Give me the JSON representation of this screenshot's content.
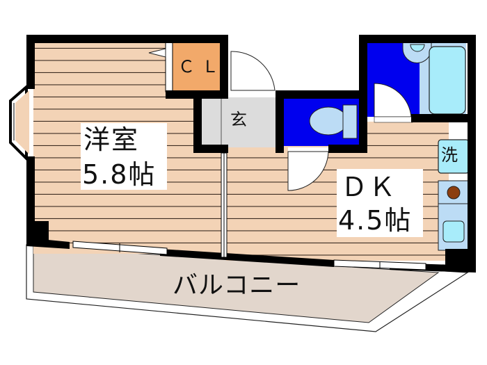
{
  "floor_plan": {
    "rooms": {
      "western_room": {
        "name": "洋室",
        "size": "5.8帖"
      },
      "dk": {
        "name": "ＤＫ",
        "size": "4.5帖"
      },
      "closet": {
        "name": "ＣＬ"
      },
      "entrance": {
        "name": "玄"
      },
      "washer": {
        "name": "洗"
      },
      "balcony": {
        "name": "バルコニー"
      }
    },
    "fixtures": [
      "toilet-icon",
      "bathtub-icon",
      "washbasin-icon",
      "stove-icon",
      "sink-icon",
      "washer-space-icon"
    ],
    "colors": {
      "wall": "#000000",
      "floor_wood": "#f3d3b6",
      "floor_line": "#3a2a20",
      "closet": "#f2a96a",
      "entrance": "#dcdcdc",
      "wet_area_blue": "#0000ee",
      "fixture_light_blue": "#bcdcf5",
      "fixture_cyan": "#a8ecfa",
      "balcony": "#e2d6cc",
      "stove_burner": "#8b3e10"
    }
  }
}
